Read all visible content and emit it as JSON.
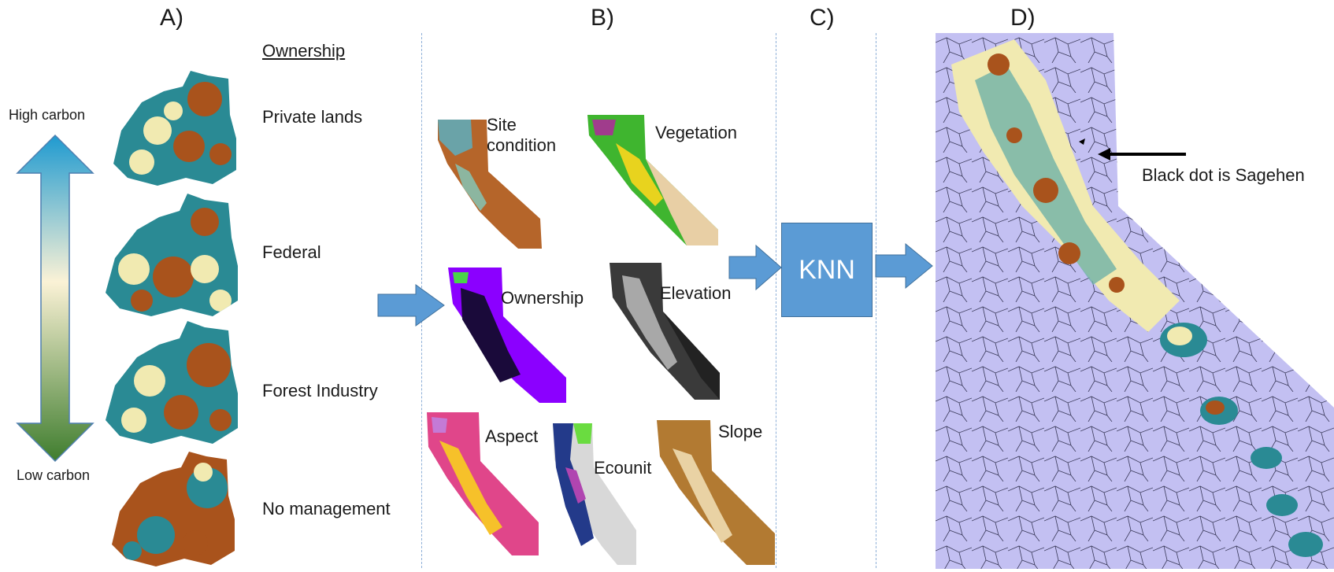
{
  "panels": {
    "a": "A)",
    "b": "B)",
    "c": "C)",
    "d": "D)"
  },
  "panel_a": {
    "header": "Ownership",
    "high_label": "High carbon",
    "low_label": "Low carbon",
    "rows": [
      "Private lands",
      "Federal",
      "Forest Industry",
      "No management"
    ]
  },
  "panel_b": {
    "layers": [
      "Site condition",
      "Vegetation",
      "Ownership",
      "Elevation",
      "Aspect",
      "Ecounit",
      "Slope"
    ]
  },
  "panel_c": {
    "box_label": "KNN"
  },
  "panel_d": {
    "annotation": "Black dot is Sagehen"
  },
  "colors": {
    "teal": "#2a8a94",
    "brown": "#a9531c",
    "cream": "#f1eab1",
    "lavender": "#c3c0f2",
    "arrow_blue": "#5b9bd5",
    "purple": "#8b00ff"
  }
}
